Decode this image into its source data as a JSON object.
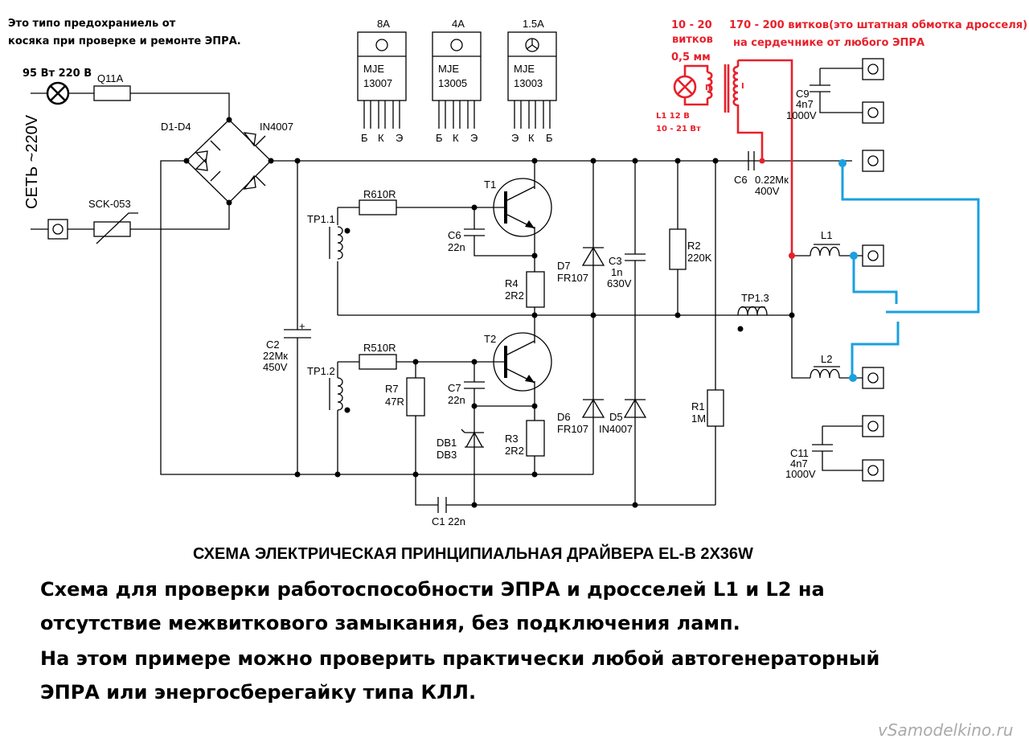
{
  "notes": {
    "fuse_note_line1": "Это типо предохраниель от",
    "fuse_note_line2": "косяка при проверке и ремонте ЭПРА.",
    "lamp_rating": "95 Вт 220 В",
    "mains_label": "СЕТЬ ~220V",
    "secondary_turns_1": "10 - 20",
    "secondary_turns_2": "витков",
    "secondary_turns_3": "0,5 мм",
    "primary_turns_1": "170 - 200 витков(это штатная обмотка дросселя)",
    "primary_turns_2": "на сердечнике от любого ЭПРА",
    "test_lamp_1": "L1  12 В",
    "test_lamp_2": "10 - 21 Вт",
    "winding_secondary": "II",
    "winding_primary": "I"
  },
  "components": {
    "fuse": "Q11A",
    "thermistor": "SCK-053",
    "bridge": "D1-D4",
    "bridge_type": "IN4007",
    "r6": "R610R",
    "r5": "R510R",
    "tp11": "TP1.1",
    "tp12": "TP1.2",
    "tp13": "TP1.3",
    "t1": "T1",
    "t2": "T2",
    "c6a": "C6",
    "c6a_val": "22n",
    "c7": "C7",
    "c7_val": "22n",
    "r4": "R4",
    "r4_val": "2R2",
    "r3": "R3",
    "r3_val": "2R2",
    "r7": "R7",
    "r7_val": "47R",
    "db1": "DB1",
    "db1_val": "DB3",
    "c2": "C2",
    "c2_val1": "22Мк",
    "c2_val2": "450V",
    "c2_plus": "+",
    "d7": "D7",
    "d7_val": "FR107",
    "d6": "D6",
    "d6_val": "FR107",
    "c3": "C3",
    "c3_val1": "1n",
    "c3_val2": "630V",
    "d5": "D5",
    "d5_val": "IN4007",
    "r2": "R2",
    "r2_val": "220K",
    "r1": "R1",
    "r1_val": "1M",
    "c1": "C1 22n",
    "c6b": "C6",
    "c6b_val1": "0.22Мк",
    "c6b_val2": "400V",
    "l1": "L1",
    "l2": "L2",
    "c9": "C9",
    "c9_val1": "4n7",
    "c9_val2": "1000V",
    "c11": "C11",
    "c11_val1": "4n7",
    "c11_val2": "1000V"
  },
  "transistors": [
    {
      "current": "8A",
      "brand": "MJE",
      "model": "13007",
      "pins": [
        "Б",
        "К",
        "Э"
      ]
    },
    {
      "current": "4A",
      "brand": "MJE",
      "model": "13005",
      "pins": [
        "Б",
        "К",
        "Э"
      ]
    },
    {
      "current": "1.5A",
      "brand": "MJE",
      "model": "13003",
      "pins": [
        "Э",
        "К",
        "Б"
      ]
    }
  ],
  "title": "СХЕМА ЭЛЕКТРИЧЕСКАЯ ПРИНЦИПИАЛЬНАЯ ДРАЙВЕРА EL-B 2X36W",
  "description": [
    "Схема для проверки работоспособности ЭПРА и дросселей L1 и L2 на",
    "отсутствие межвиткового замыкания, без подключения ламп.",
    "На этом примере можно проверить практически любой автогенераторный",
    "ЭПРА или энергосберегайку типа КЛЛ."
  ],
  "watermark": "vSamodelkino.ru",
  "colors": {
    "test_circuit": "#e8202a",
    "jumper_wires": "#1aa0e0",
    "schematic": "#000000"
  }
}
